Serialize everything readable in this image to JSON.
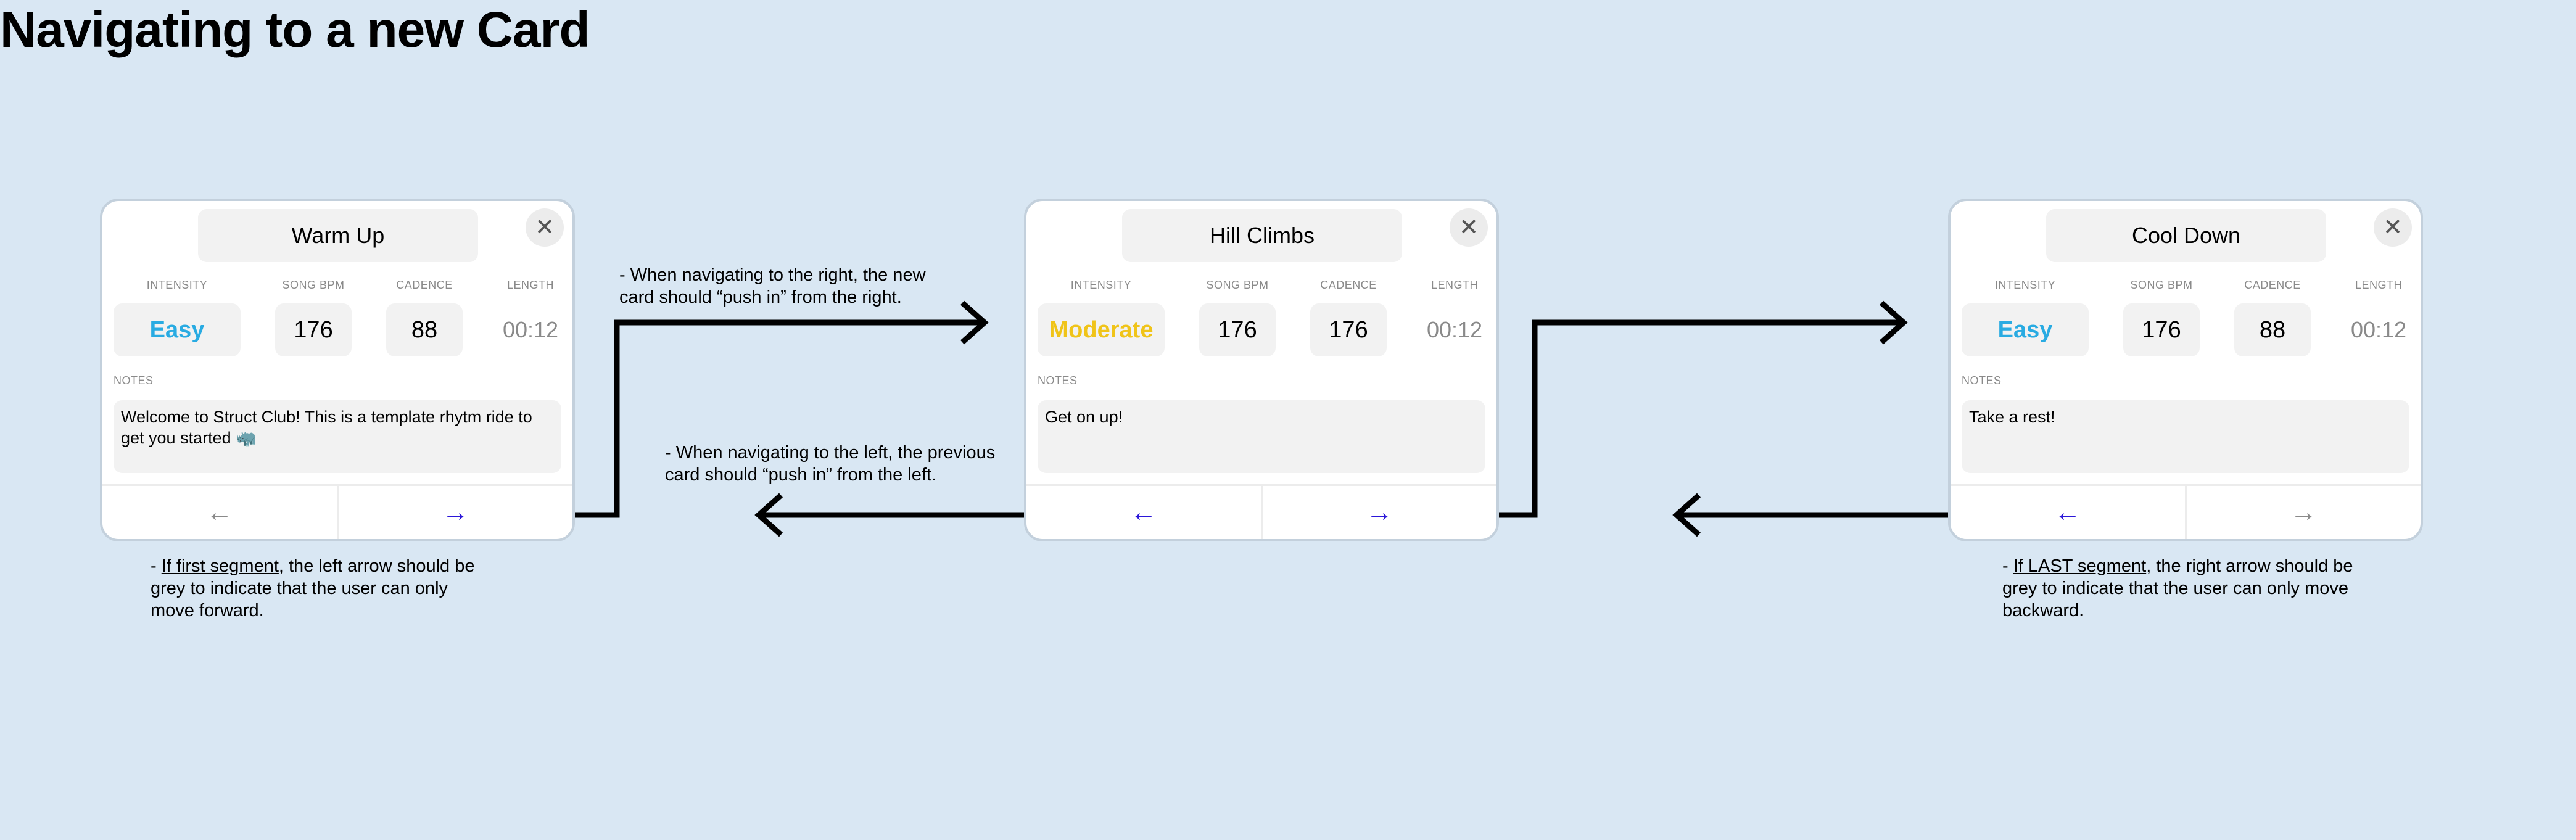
{
  "page": {
    "title": "Navigating to a new Card"
  },
  "columns": {
    "intensity": "INTENSITY",
    "song_bpm": "SONG BPM",
    "cadence": "CADENCE",
    "length": "LENGTH",
    "notes": "NOTES"
  },
  "cards": [
    {
      "title": "Warm Up",
      "intensity": "Easy",
      "intensity_color": "#29abe2",
      "song_bpm": "176",
      "cadence": "88",
      "length": "00:12",
      "notes": "Welcome to Struct Club! This is a template rhytm ride to get you started 🦏",
      "close_icon": "close-icon",
      "prev_arrow": "←",
      "next_arrow": "→",
      "prev_color": "#8a8a8a",
      "next_color": "#2b17d9"
    },
    {
      "title": "Hill Climbs",
      "intensity": "Moderate",
      "intensity_color": "#f0c419",
      "song_bpm": "176",
      "cadence": "176",
      "length": "00:12",
      "notes": "Get on up!",
      "close_icon": "close-icon",
      "prev_arrow": "←",
      "next_arrow": "→",
      "prev_color": "#2b17d9",
      "next_color": "#2b17d9"
    },
    {
      "title": "Cool Down",
      "intensity": "Easy",
      "intensity_color": "#29abe2",
      "song_bpm": "176",
      "cadence": "88",
      "length": "00:12",
      "notes": "Take a rest!",
      "close_icon": "close-icon",
      "prev_arrow": "←",
      "next_arrow": "→",
      "prev_color": "#2b17d9",
      "next_color": "#8a8a8a"
    }
  ],
  "annotations": {
    "right_nav": "- When navigating to the right, the new card should “push in” from the right.",
    "left_nav": "- When navigating to the left, the previous card should “push in” from the left.",
    "first_prefix": "- ",
    "first_underlined": "If first segment",
    "first_rest": ", the left arrow should be grey to indicate that the user can only move forward.",
    "last_prefix": "- ",
    "last_underlined": "If LAST segment",
    "last_rest": ", the right arrow should be grey to indicate that the user can only move backward."
  }
}
